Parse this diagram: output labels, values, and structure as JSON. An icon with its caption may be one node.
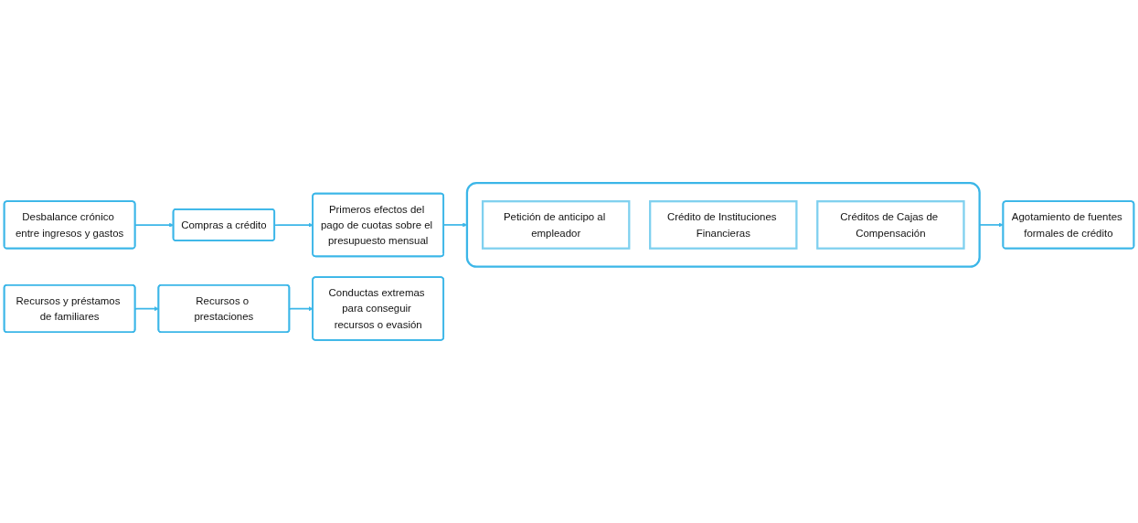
{
  "diagram": {
    "nodes": [
      {
        "text": [
          "Desbalance crónico entre ingresos y gastos"
        ]
      },
      {
        "text": [
          "Compras a crédito"
        ]
      },
      {
        "text": [
          "Primeros efectos del pago de cuotas sobre el presupuesto mensual"
        ]
      },
      {
        "text": [],
        "shape": "box"
      },
      {
        "text": [
          "Petición de anticipo al empleador"
        ],
        "in": 3
      },
      {
        "text": [
          "Crédito de Instituciones Financieras"
        ],
        "in": 3
      },
      {
        "text": [
          "Créditos de Cajas de Compensación"
        ],
        "in": 3
      },
      {
        "text": [
          "Agotamiento de fuentes formales de crédito"
        ]
      },
      {
        "text": [
          "Recursos y préstamos de familiares"
        ]
      },
      {
        "text": [
          "Recursos o prestaciones"
        ]
      },
      {
        "text": [
          "Conductas extremas para conseguir recursos o evasión"
        ]
      }
    ],
    "edges": [
      {
        "from": 0,
        "to": 1,
        "arrow": "to"
      },
      {
        "from": 1,
        "to": 2,
        "arrow": "to"
      },
      {
        "from": 2,
        "to": 3,
        "arrow": "to"
      },
      {
        "from": 3,
        "to": 7,
        "arrow": "to"
      },
      {
        "from": 8,
        "to": 9,
        "arrow": "to"
      },
      {
        "from": 9,
        "to": 10,
        "arrow": "to"
      }
    ]
  }
}
